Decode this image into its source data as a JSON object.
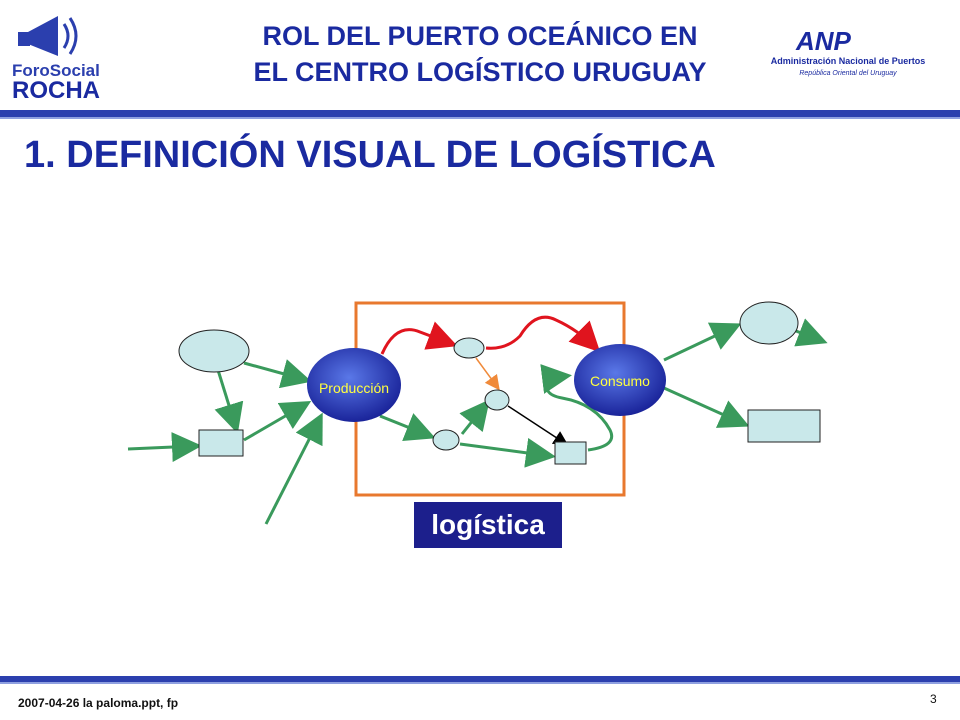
{
  "header": {
    "title_line1": "ROL DEL PUERTO OCEÁNICO EN",
    "title_line2": "EL CENTRO LOGÍSTICO URUGUAY",
    "logo_left": {
      "line1": "ForoSocial",
      "line2": "ROCHA",
      "icon": "megaphone-icon"
    },
    "logo_right": {
      "mark": "ANP",
      "line1": "Administración Nacional de Puertos",
      "line2": "República Oriental del Uruguay"
    }
  },
  "section_title": "1. DEFINICIÓN VISUAL DE LOGÍSTICA",
  "diagram": {
    "nodes": {
      "produccion": "Producción",
      "consumo": "Consumo"
    },
    "boundary_label": "logística",
    "colors": {
      "flow_arrow": "#3a9a5c",
      "red_flow": "#e0141e",
      "orange_arrow": "#f08a3a",
      "black_arrow": "#000000",
      "node_fill": "#c9e8ea",
      "boundary": "#e8782e",
      "main_node": "#2030a8"
    }
  },
  "footer": {
    "text": "2007-04-26  la paloma.ppt, fp",
    "page_number": "3"
  }
}
